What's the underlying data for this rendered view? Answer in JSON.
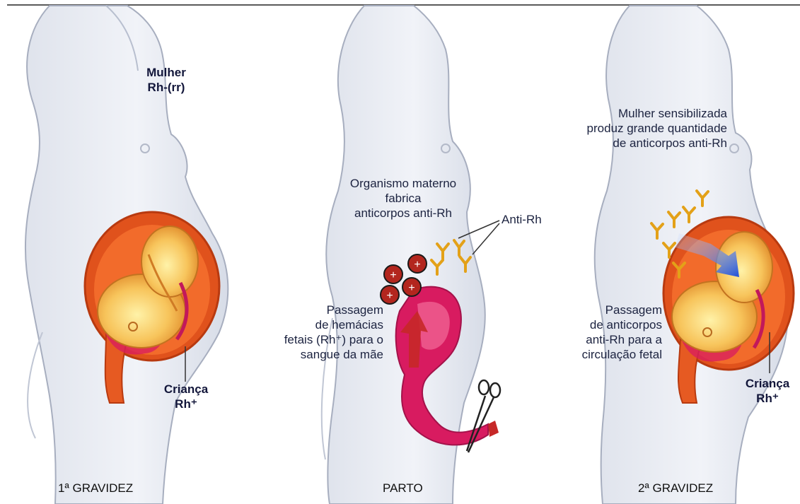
{
  "panels": [
    {
      "caption": "1ª GRAVIDEZ",
      "mother_label": [
        "Mulher",
        "Rh-(rr)"
      ],
      "child_label": [
        "Criança",
        "Rh⁺"
      ]
    },
    {
      "caption": "PARTO",
      "antibody_note": [
        "Organismo materno",
        "fabrica",
        "anticorpos anti-Rh"
      ],
      "antibody_pointer": "Anti-Rh",
      "cells_note": [
        "Passagem",
        "de hemácias",
        "fetais (Rh⁺) para o",
        "sangue da mãe"
      ]
    },
    {
      "caption": "2ª GRAVIDEZ",
      "mother_note": [
        "Mulher sensibilizada",
        "produz grande quantidade",
        "de anticorpos anti-Rh"
      ],
      "transfer_note": [
        "Passagem",
        "de anticorpos",
        "anti-Rh para a",
        "circulação fetal"
      ],
      "child_label": [
        "Criança",
        "Rh⁺"
      ]
    }
  ],
  "colors": {
    "body_fill": "#e8ebf2",
    "body_stroke": "#a7aebf",
    "uterus": "#e0521c",
    "fetus": "#f6c25a",
    "blood": "#c2185b",
    "rbc": "#b3261e",
    "antibody": "#e3a118",
    "arrow": "#1e4fd8"
  }
}
